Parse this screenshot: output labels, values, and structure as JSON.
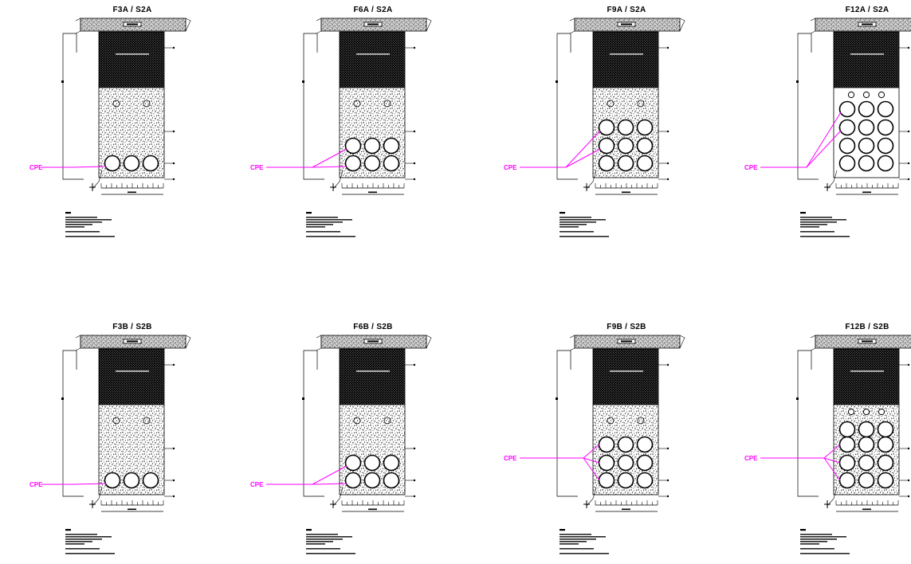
{
  "drawing": {
    "cpe_label": "CPE",
    "colors": {
      "line": "#000000",
      "cpe_leader": "#ff00ff",
      "paper": "#ffffff"
    },
    "panels": [
      {
        "id": "p1",
        "title": "F3A / S2A",
        "ducts": 3,
        "stacked": false,
        "cpe_count": 1,
        "row": 0,
        "col": 0
      },
      {
        "id": "p2",
        "title": "F6A / S2A",
        "ducts": 6,
        "stacked": false,
        "cpe_count": 2,
        "row": 0,
        "col": 1
      },
      {
        "id": "p3",
        "title": "F9A / S2A",
        "ducts": 9,
        "stacked": false,
        "cpe_count": 3,
        "row": 0,
        "col": 2
      },
      {
        "id": "p4",
        "title": "F12A / S2A",
        "ducts": 12,
        "stacked": true,
        "cpe_count": 4,
        "row": 0,
        "col": 3
      },
      {
        "id": "p5",
        "title": "F3B / S2B",
        "ducts": 3,
        "stacked": false,
        "cpe_count": 1,
        "row": 1,
        "col": 0
      },
      {
        "id": "p6",
        "title": "F6B / S2B",
        "ducts": 6,
        "stacked": false,
        "cpe_count": 2,
        "row": 1,
        "col": 1
      },
      {
        "id": "p7",
        "title": "F9B / S2B",
        "ducts": 9,
        "stacked": false,
        "cpe_count": 3,
        "row": 1,
        "col": 2
      },
      {
        "id": "p8",
        "title": "F12B / S2B",
        "ducts": 12,
        "stacked": false,
        "cpe_count": 4,
        "row": 1,
        "col": 3
      }
    ]
  }
}
